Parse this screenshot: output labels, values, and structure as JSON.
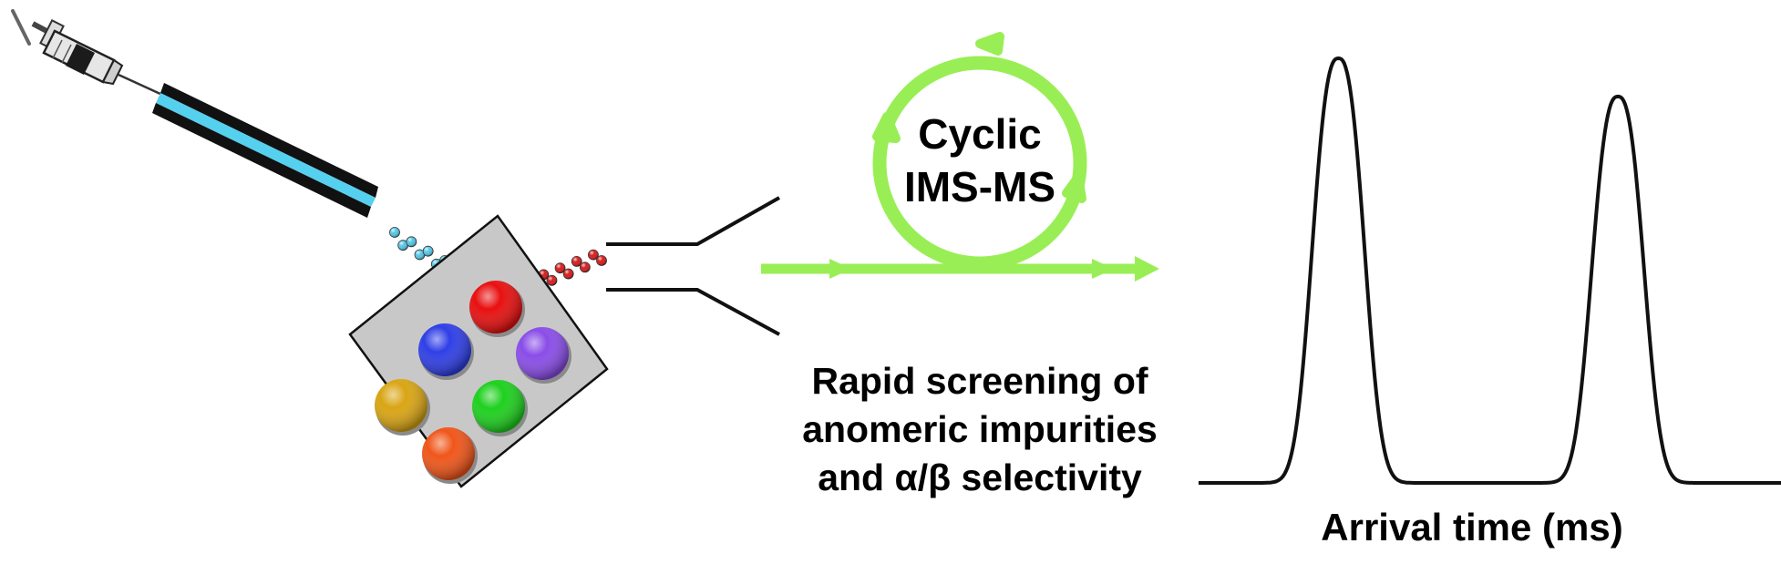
{
  "ims_label": {
    "line1": "Cyclic",
    "line2": "IMS-MS"
  },
  "description": {
    "line1": "Rapid screening of",
    "line2": "anomeric impurities",
    "line3": "and α/β selectivity"
  },
  "chromatogram": {
    "xlabel": "Arrival time (ms)",
    "peaks": [
      {
        "center": 0.24,
        "height": 1.0,
        "width": 0.055
      },
      {
        "center": 0.72,
        "height": 0.91,
        "width": 0.055
      }
    ]
  },
  "plate": {
    "wells": [
      {
        "color": "#e81010"
      },
      {
        "color": "#2f3fe6"
      },
      {
        "color": "#8a4de8"
      },
      {
        "color": "#d9a514"
      },
      {
        "color": "#1fd01f"
      },
      {
        "color": "#f0561a"
      }
    ]
  },
  "colors": {
    "loop": "#99ee55",
    "capillary": "#55d0ee",
    "droplet_blue": "#55c7e6",
    "droplet_red": "#d81b1b"
  }
}
